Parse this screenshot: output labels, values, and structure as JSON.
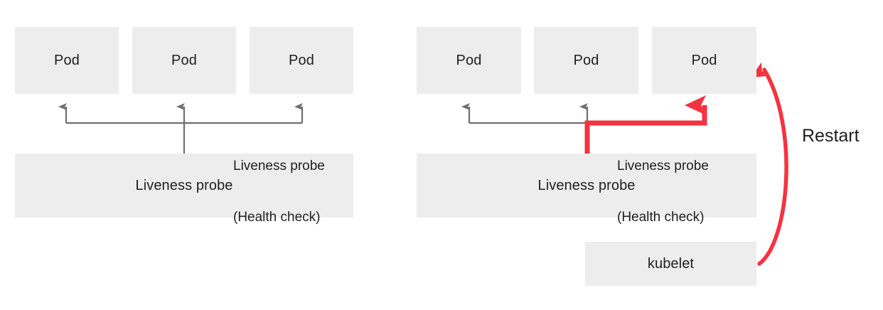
{
  "diagram": {
    "title": "Kubernetes liveness probe and restart diagram",
    "colors": {
      "box_fill": "#EDEDED",
      "text": "#1F1F1F",
      "arrow_grey": "#6E6E6E",
      "arrow_red": "#F5333F",
      "background": "#FFFFFF"
    },
    "panels": [
      {
        "id": "healthy",
        "pods": [
          {
            "label": "Pod"
          },
          {
            "label": "Pod"
          },
          {
            "label": "Pod"
          }
        ],
        "probe_box": {
          "label": "Liveness probe"
        },
        "edge_label_line1": "Liveness probe",
        "edge_label_line2": "(Health check)"
      },
      {
        "id": "failing",
        "pods": [
          {
            "label": "Pod"
          },
          {
            "label": "Pod"
          },
          {
            "label": "Pod"
          }
        ],
        "probe_box": {
          "label": "Liveness probe"
        },
        "kubelet_box": {
          "label": "kubelet"
        },
        "edge_label_line1": "Liveness probe",
        "edge_label_line2": "(Health check)",
        "restart_label": "Restart"
      }
    ]
  }
}
